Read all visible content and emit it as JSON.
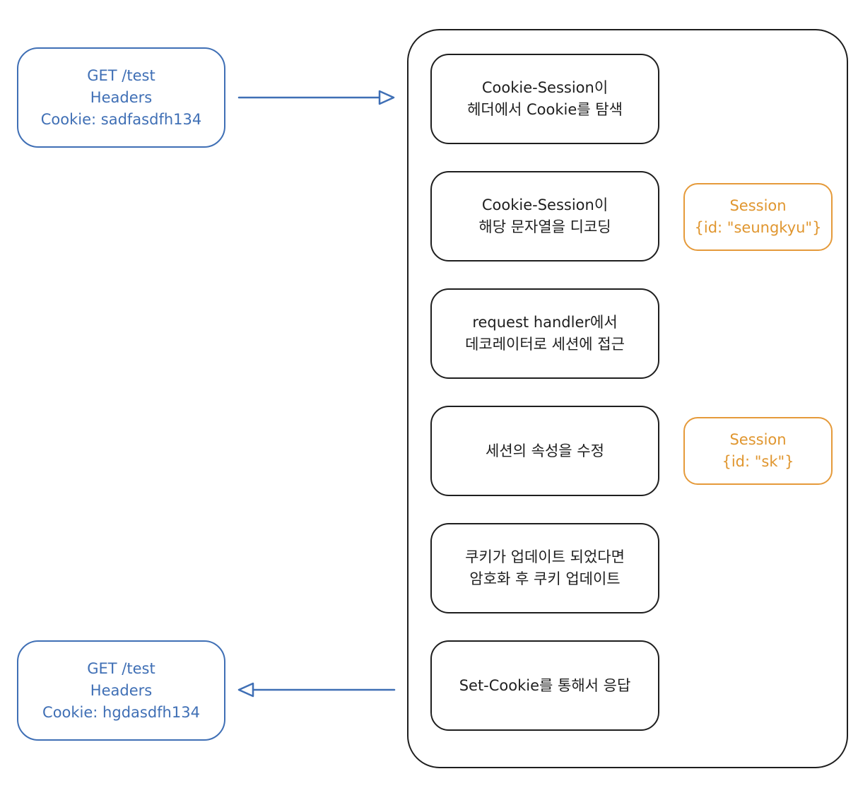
{
  "request": {
    "line1": "GET /test",
    "line2": "Headers",
    "line3": "Cookie: sadfasdfh134"
  },
  "response": {
    "line1": "GET /test",
    "line2": "Headers",
    "line3": "Cookie: hgdasdfh134"
  },
  "steps": [
    {
      "line1": "Cookie-Session이",
      "line2": "헤더에서 Cookie를 탐색"
    },
    {
      "line1": "Cookie-Session이",
      "line2": "해당 문자열을 디코딩"
    },
    {
      "line1": "request handler에서",
      "line2": "데코레이터로 세션에 접근"
    },
    {
      "line1": "세션의 속성을 수정"
    },
    {
      "line1": "쿠키가 업데이트 되었다면",
      "line2": "암호화 후 쿠키 업데이트"
    },
    {
      "line1": "Set-Cookie를 통해서 응답"
    }
  ],
  "sessions": [
    {
      "line1": "Session",
      "line2": "{id: \"seungkyu\"}"
    },
    {
      "line1": "Session",
      "line2": "{id: \"sk\"}"
    }
  ],
  "colors": {
    "request_blue": "#3f6fb5",
    "session_orange": "#e59a3a",
    "stroke": "#1e1e1e"
  }
}
